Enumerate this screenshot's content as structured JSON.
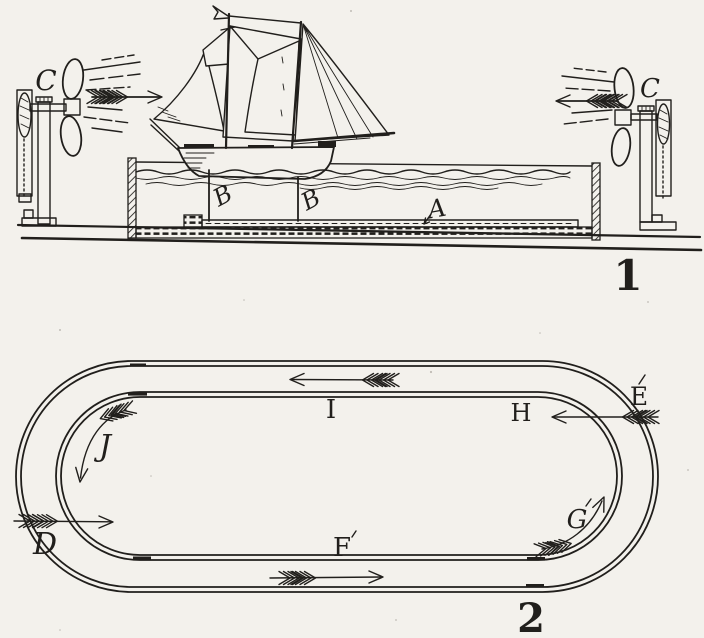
{
  "colors": {
    "paper": "#f3f1ec",
    "ink": "#211f1c"
  },
  "figure1": {
    "number": "1",
    "labels": {
      "c_fan_left": "C",
      "c_fan_right": "C",
      "b_post_front": "B",
      "b_post_rear": "B",
      "a_false_bottom": "A"
    }
  },
  "figure2": {
    "number": "2",
    "labels": {
      "d_inlet_left": "D",
      "e_inlet_right": "E",
      "f_bottom_flow": "F",
      "g_gap_bottom_right": "G",
      "h_top_right_flow": "H",
      "i_top_flow": "I",
      "j_gap_top_left": "J"
    }
  }
}
